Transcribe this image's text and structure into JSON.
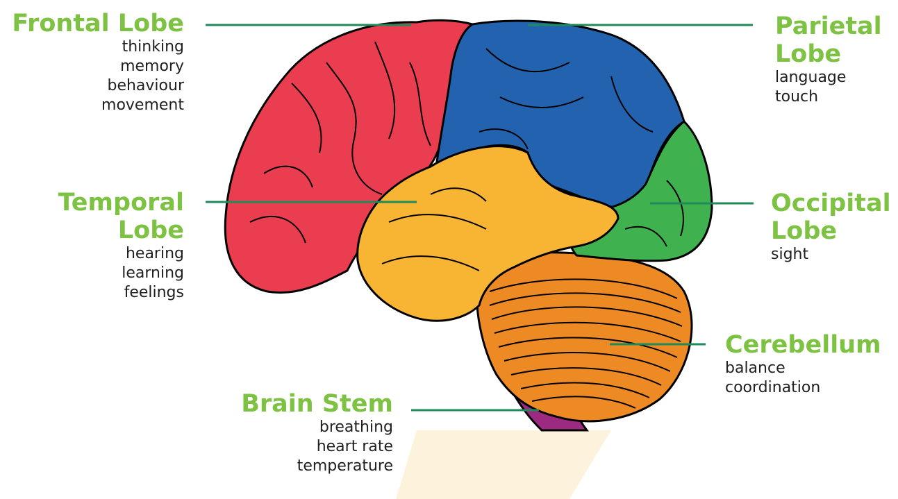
{
  "colors": {
    "title": "#7dc242",
    "text": "#1f1f1f",
    "leader_line": "#1f8a5a",
    "frontal": "#ea3d4f",
    "parietal": "#2262ae",
    "temporal": "#f8b433",
    "occipital": "#3fb24f",
    "cerebellum": "#ee8a24",
    "brain_stem": "#9b2a80",
    "stem_highlight": "#fdf3dc"
  },
  "regions": {
    "frontal": {
      "title": "Frontal Lobe",
      "functions": [
        "thinking",
        "memory",
        "behaviour",
        "movement"
      ]
    },
    "parietal": {
      "title_line1": "Parietal",
      "title_line2": "Lobe",
      "functions": [
        "language",
        "touch"
      ]
    },
    "temporal": {
      "title_line1": "Temporal",
      "title_line2": "Lobe",
      "functions": [
        "hearing",
        "learning",
        "feelings"
      ]
    },
    "occipital": {
      "title_line1": "Occipital",
      "title_line2": "Lobe",
      "functions": [
        "sight"
      ]
    },
    "cerebellum": {
      "title": "Cerebellum",
      "functions": [
        "balance",
        "coordination"
      ]
    },
    "brain_stem": {
      "title": "Brain Stem",
      "functions": [
        "breathing",
        "heart rate",
        "temperature"
      ]
    }
  }
}
